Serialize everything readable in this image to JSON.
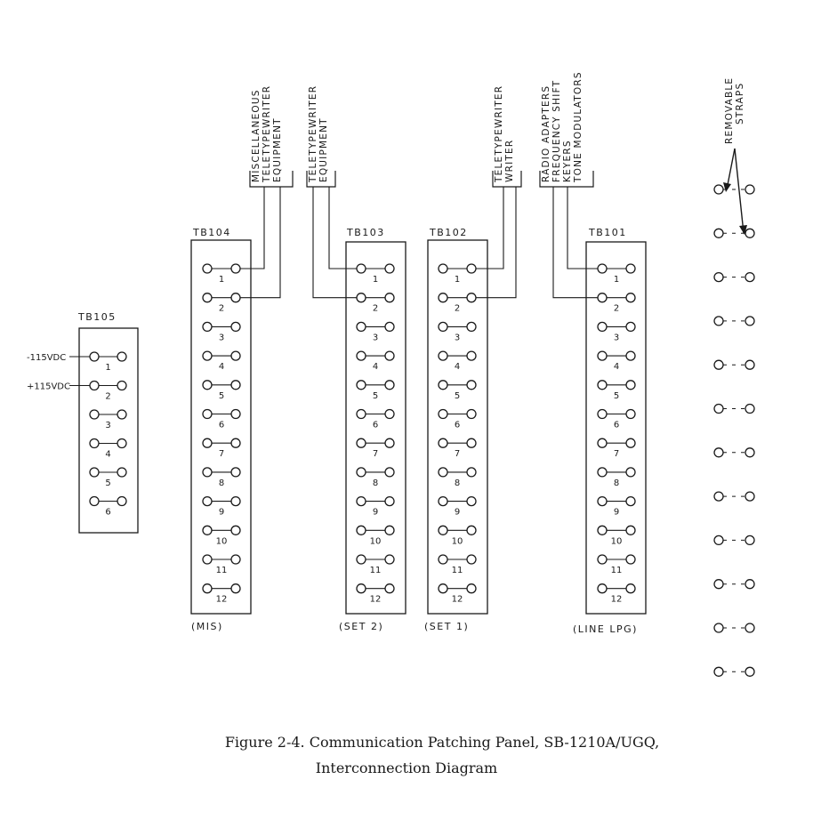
{
  "figure": {
    "caption_line1": "Figure 2-4.  Communication Patching Panel, SB-1210A/UGQ,",
    "caption_line2": "Interconnection Diagram"
  },
  "colors": {
    "ink": "#1a1a1a",
    "paper": "#ffffff"
  },
  "terminal_boards": [
    {
      "id": "TB105",
      "label": "TB105",
      "sublabel": "",
      "terminals": [
        "1",
        "2",
        "3",
        "4",
        "5",
        "6"
      ]
    },
    {
      "id": "TB104",
      "label": "TB104",
      "sublabel": "(MIS)",
      "terminals": [
        "1",
        "2",
        "3",
        "4",
        "5",
        "6",
        "7",
        "8",
        "9",
        "10",
        "11",
        "12"
      ]
    },
    {
      "id": "TB103",
      "label": "TB103",
      "sublabel": "(SET 2)",
      "terminals": [
        "1",
        "2",
        "3",
        "4",
        "5",
        "6",
        "7",
        "8",
        "9",
        "10",
        "11",
        "12"
      ]
    },
    {
      "id": "TB102",
      "label": "TB102",
      "sublabel": "(SET 1)",
      "terminals": [
        "1",
        "2",
        "3",
        "4",
        "5",
        "6",
        "7",
        "8",
        "9",
        "10",
        "11",
        "12"
      ]
    },
    {
      "id": "TB101",
      "label": "TB101",
      "sublabel": "(LINE LPG)",
      "terminals": [
        "1",
        "2",
        "3",
        "4",
        "5",
        "6",
        "7",
        "8",
        "9",
        "10",
        "11",
        "12"
      ]
    }
  ],
  "power_inputs": [
    {
      "label": "-115VDC",
      "terminal": "1"
    },
    {
      "label": "+115VDC",
      "terminal": "2"
    }
  ],
  "equipment": [
    {
      "id": "eq-misc",
      "lines": [
        "MISCELLANEOUS",
        "TELETYPEWRITER",
        "EQUIPMENT"
      ],
      "board": "TB104",
      "side": "right"
    },
    {
      "id": "eq-tty",
      "lines": [
        "TELETYPEWRITER",
        "EQUIPMENT"
      ],
      "board": "TB103",
      "side": "left"
    },
    {
      "id": "eq-writer",
      "lines": [
        "TELETYPEWRITER",
        "WRITER"
      ],
      "board": "TB102",
      "side": "right"
    },
    {
      "id": "eq-radio",
      "lines": [
        "RADIO ADAPTERS",
        "FREQUENCY SHIFT",
        "KEYERS",
        "TONE MODULATORS"
      ],
      "board": "TB101",
      "side": "left"
    }
  ],
  "straps": {
    "label_lines": [
      "REMOVABLE",
      "STRAPS"
    ],
    "count": 12
  }
}
